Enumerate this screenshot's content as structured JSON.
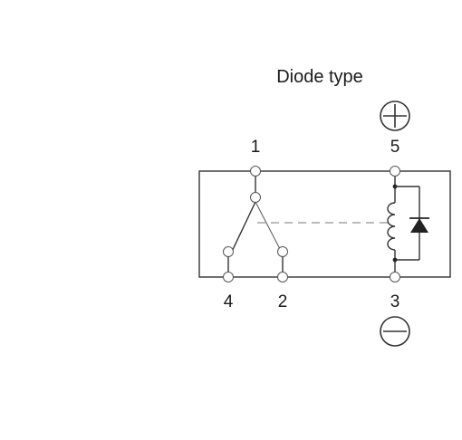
{
  "title": "Diode type",
  "pins": {
    "p1": "1",
    "p2": "2",
    "p3": "3",
    "p4": "4",
    "p5": "5"
  },
  "symbols": {
    "positive": "plus-circle-icon",
    "negative": "minus-circle-icon"
  }
}
